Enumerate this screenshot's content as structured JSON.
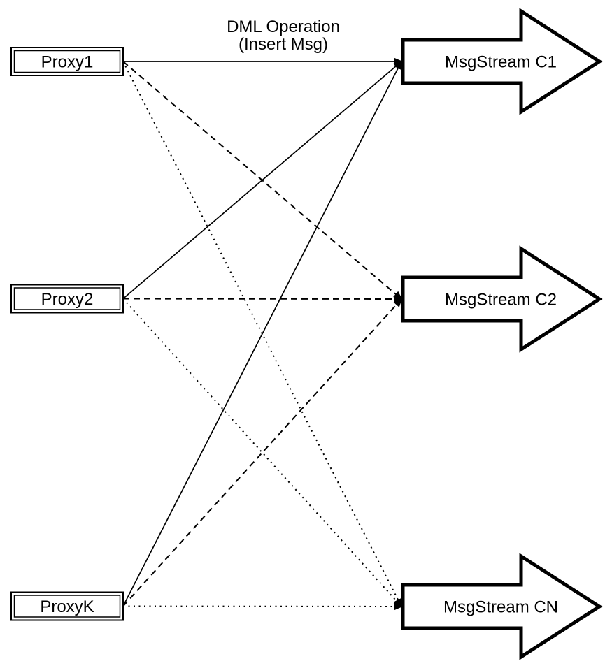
{
  "diagram": {
    "title": {
      "line1": "DML Operation",
      "line2": "(Insert Msg)"
    },
    "proxies": [
      {
        "id": "proxy1",
        "label": "Proxy1"
      },
      {
        "id": "proxy2",
        "label": "Proxy2"
      },
      {
        "id": "proxyK",
        "label": "ProxyK"
      }
    ],
    "streams": [
      {
        "id": "c1",
        "label": "MsgStream C1"
      },
      {
        "id": "c2",
        "label": "MsgStream C2"
      },
      {
        "id": "cn",
        "label": "MsgStream CN"
      }
    ],
    "connections": [
      {
        "from": "proxy1",
        "to": "c1",
        "style": "solid"
      },
      {
        "from": "proxy1",
        "to": "c2",
        "style": "dashed"
      },
      {
        "from": "proxy1",
        "to": "cn",
        "style": "dotted"
      },
      {
        "from": "proxy2",
        "to": "c1",
        "style": "solid"
      },
      {
        "from": "proxy2",
        "to": "c2",
        "style": "dashed"
      },
      {
        "from": "proxy2",
        "to": "cn",
        "style": "dotted"
      },
      {
        "from": "proxyK",
        "to": "c1",
        "style": "solid"
      },
      {
        "from": "proxyK",
        "to": "c2",
        "style": "dashed"
      },
      {
        "from": "proxyK",
        "to": "cn",
        "style": "dotted"
      }
    ],
    "colors": {
      "stroke": "#000000",
      "fill": "#ffffff",
      "background": "#ffffff"
    }
  }
}
